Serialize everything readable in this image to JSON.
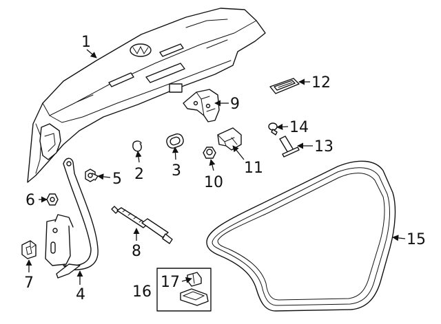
{
  "callouts": [
    {
      "id": "c1",
      "text": "1"
    },
    {
      "id": "c2",
      "text": "2"
    },
    {
      "id": "c3",
      "text": "3"
    },
    {
      "id": "c4",
      "text": "4"
    },
    {
      "id": "c5",
      "text": "5"
    },
    {
      "id": "c6",
      "text": "6"
    },
    {
      "id": "c7",
      "text": "7"
    },
    {
      "id": "c8",
      "text": "8"
    },
    {
      "id": "c9",
      "text": "9"
    },
    {
      "id": "c10",
      "text": "10"
    },
    {
      "id": "c11",
      "text": "11"
    },
    {
      "id": "c12",
      "text": "12"
    },
    {
      "id": "c13",
      "text": "13"
    },
    {
      "id": "c14",
      "text": "14"
    },
    {
      "id": "c15",
      "text": "15"
    },
    {
      "id": "c16",
      "text": "16"
    },
    {
      "id": "c17",
      "text": "17"
    }
  ],
  "colors": {
    "line": "#111111",
    "background": "#ffffff"
  },
  "icons": {
    "arrowhead": "arrowhead-icon"
  }
}
